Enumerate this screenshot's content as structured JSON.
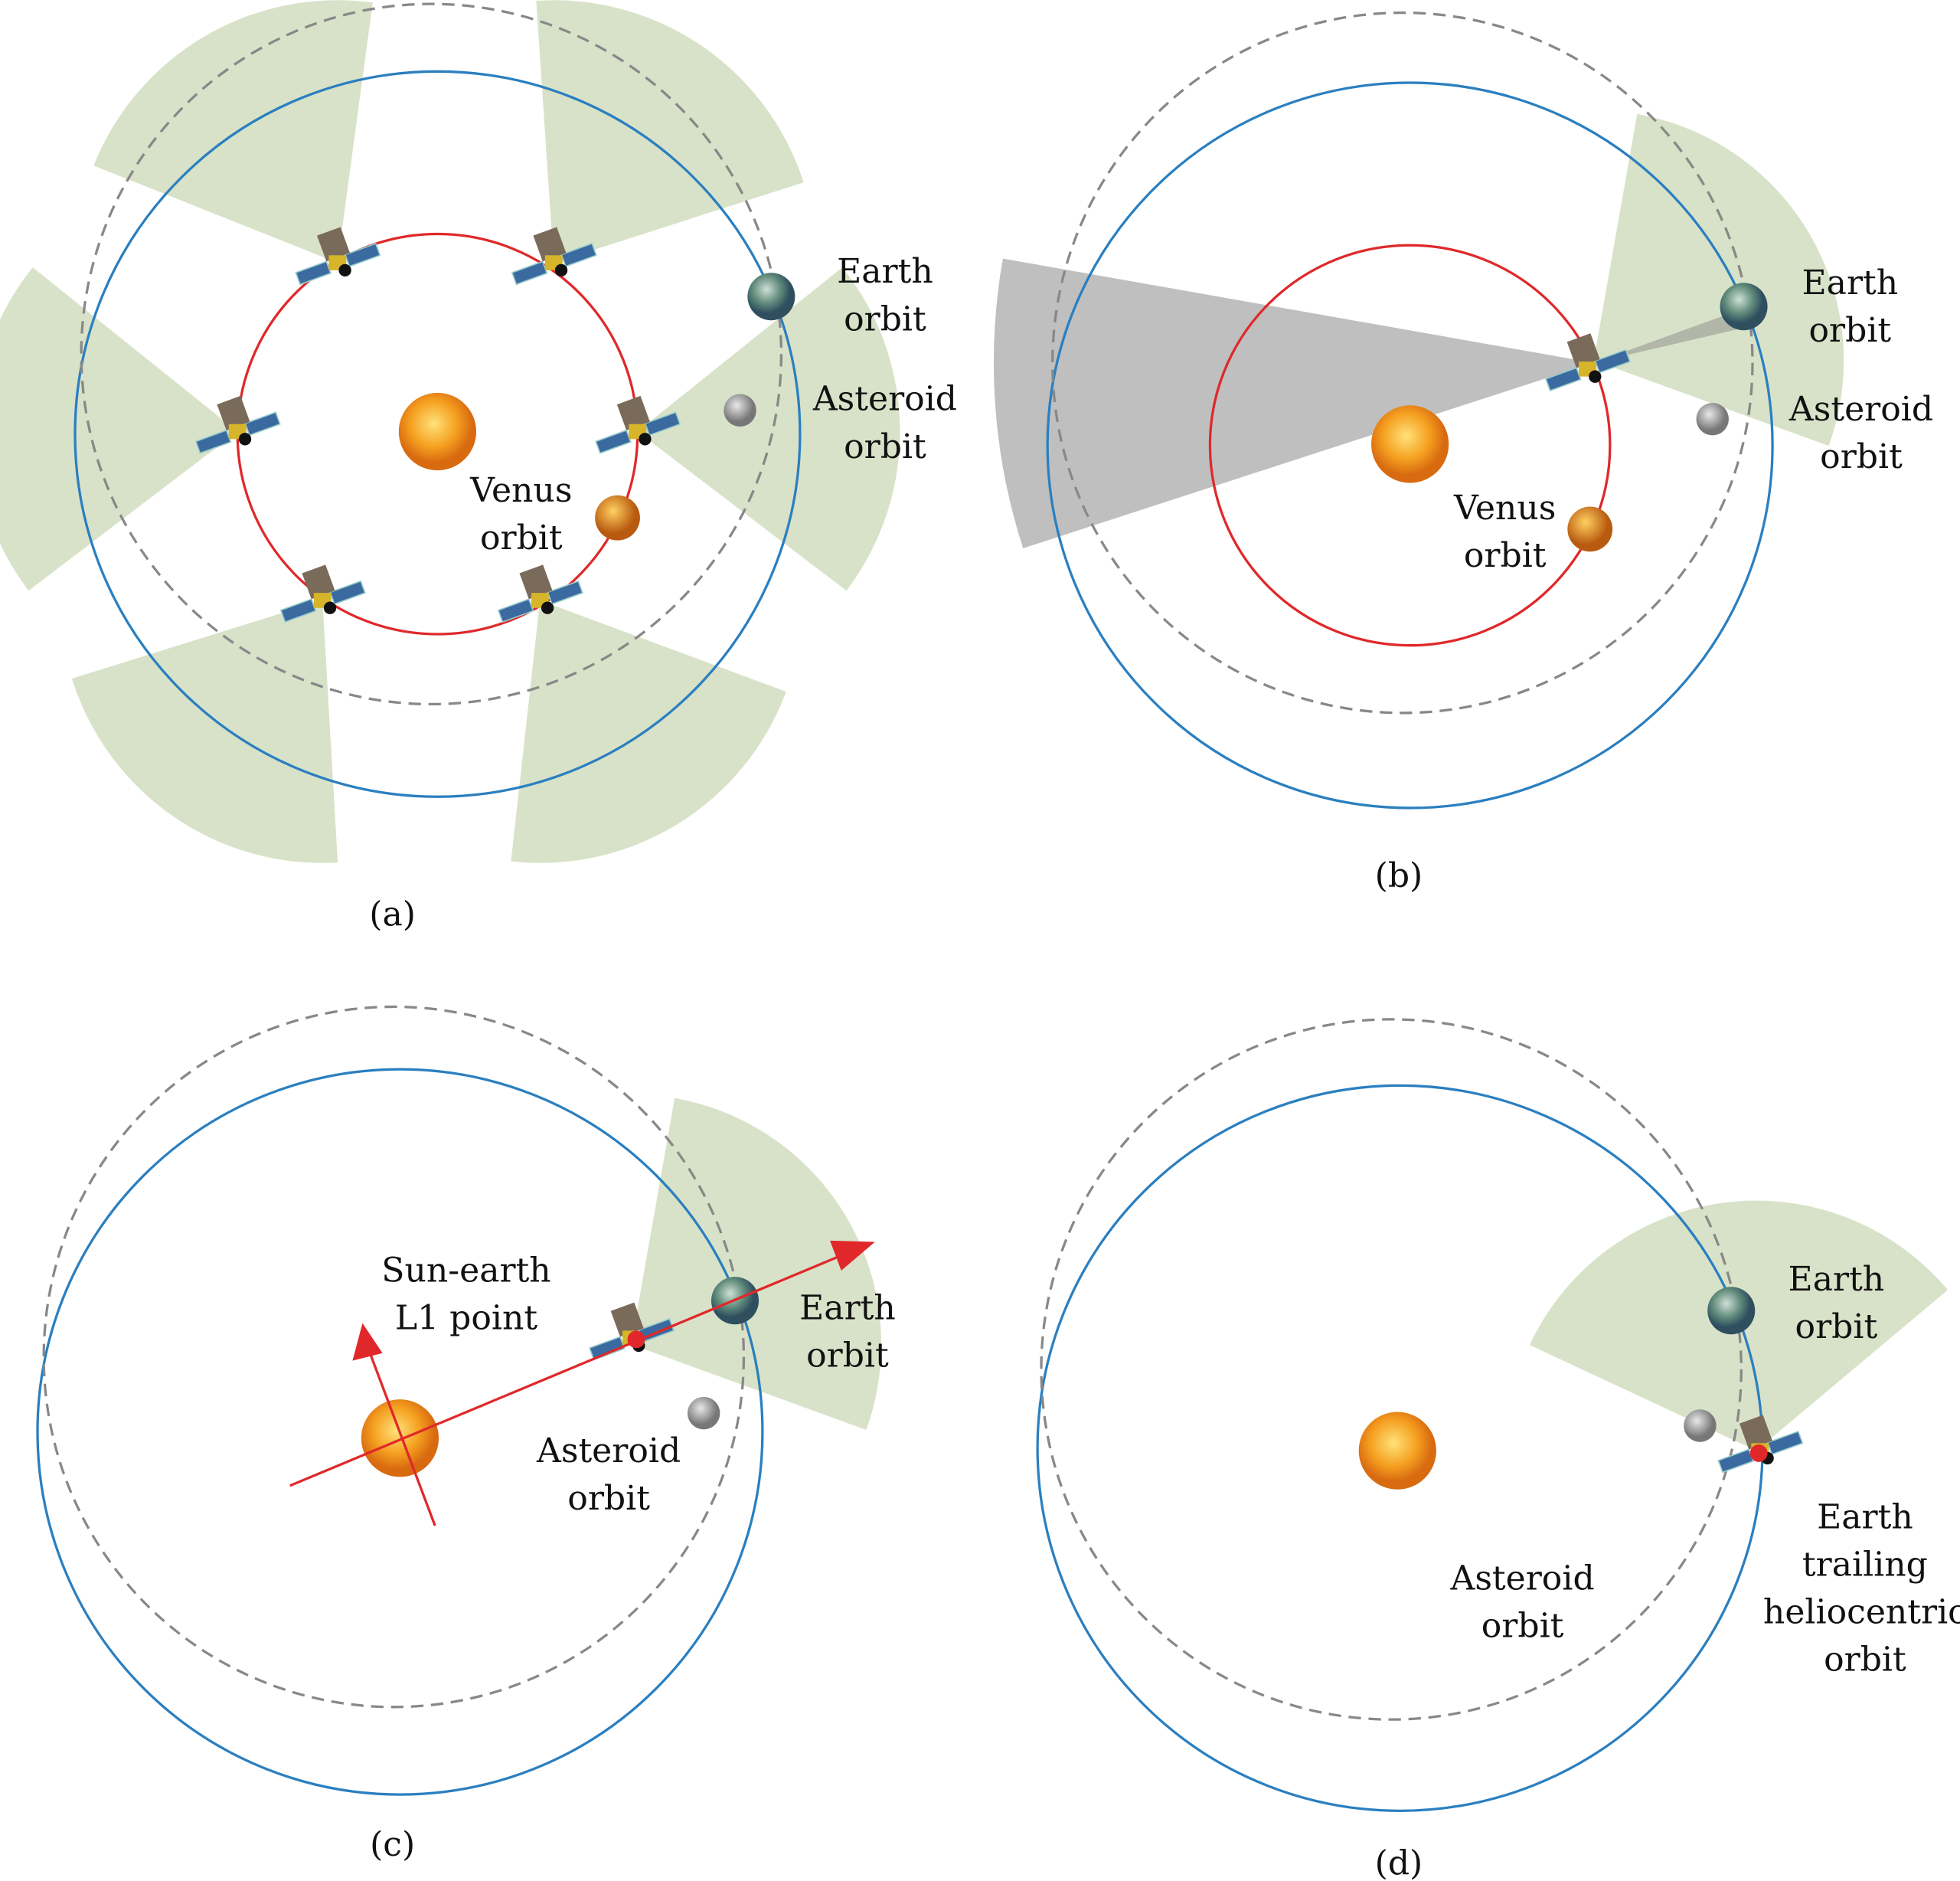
{
  "panels": [
    {
      "id": "a",
      "caption": "(a)",
      "earth_label": [
        "Earth",
        "orbit"
      ],
      "asteroid_label": [
        "Asteroid",
        "orbit"
      ],
      "venus_label": [
        "Venus",
        "orbit"
      ]
    },
    {
      "id": "b",
      "caption": "(b)",
      "earth_label": [
        "Earth",
        "orbit"
      ],
      "asteroid_label": [
        "Asteroid",
        "orbit"
      ],
      "venus_label": [
        "Venus",
        "orbit"
      ]
    },
    {
      "id": "c",
      "caption": "(c)",
      "earth_label": [
        "Earth",
        "orbit"
      ],
      "asteroid_label": [
        "Asteroid",
        "orbit"
      ],
      "l1_label": [
        "Sun-earth",
        "L1 point"
      ]
    },
    {
      "id": "d",
      "caption": "(d)",
      "earth_label": [
        "Earth",
        "orbit"
      ],
      "asteroid_label": [
        "Asteroid",
        "orbit"
      ],
      "trailing_label": [
        "Earth",
        "trailing",
        "heliocentric",
        "orbit"
      ]
    }
  ],
  "colors": {
    "venus_orbit": "#e0282a",
    "earth_orbit": "#2a7fc0",
    "asteroid_orbit": "#888888",
    "field_of_view": "#a9bf86",
    "arrow": "#e0282a"
  }
}
